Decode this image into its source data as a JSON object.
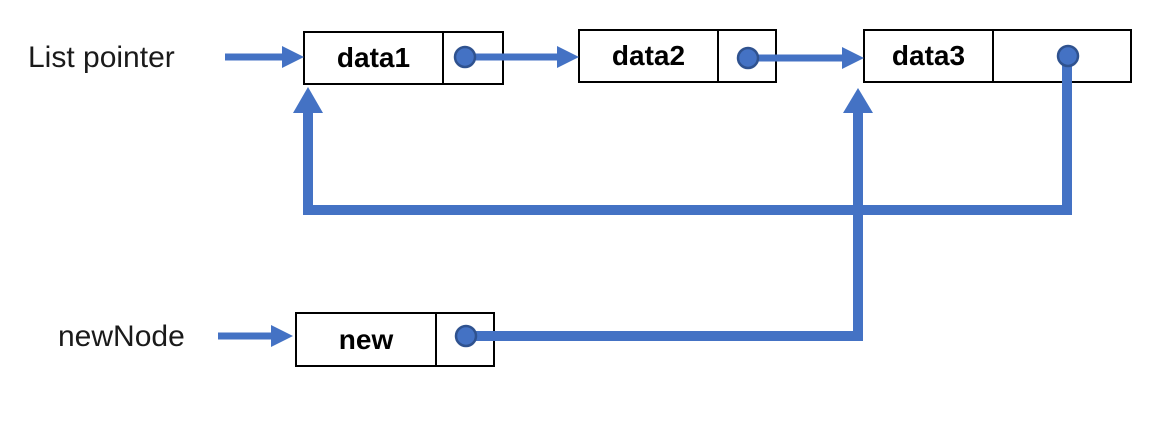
{
  "labels": {
    "list_pointer": "List pointer",
    "new_node": "newNode"
  },
  "nodes": [
    {
      "id": "data1",
      "label": "data1",
      "pointer_dot": true
    },
    {
      "id": "data2",
      "label": "data2",
      "pointer_dot": true
    },
    {
      "id": "data3",
      "label": "data3",
      "pointer_dot": true
    },
    {
      "id": "new",
      "label": "new",
      "pointer_dot": true
    }
  ],
  "edges": [
    {
      "from": "List pointer",
      "to": "data1"
    },
    {
      "from": "data1.next",
      "to": "data2"
    },
    {
      "from": "data2.next",
      "to": "data3"
    },
    {
      "from": "data3.next",
      "to": "data1"
    },
    {
      "from": "newNode",
      "to": "new"
    },
    {
      "from": "new.next",
      "to": "data3"
    }
  ],
  "colors": {
    "arrow": "#4472C4",
    "dot_fill": "#4472C4",
    "dot_border": "#2F528F",
    "box_border": "#000000",
    "text": "#000000",
    "background": "#FFFFFF"
  }
}
